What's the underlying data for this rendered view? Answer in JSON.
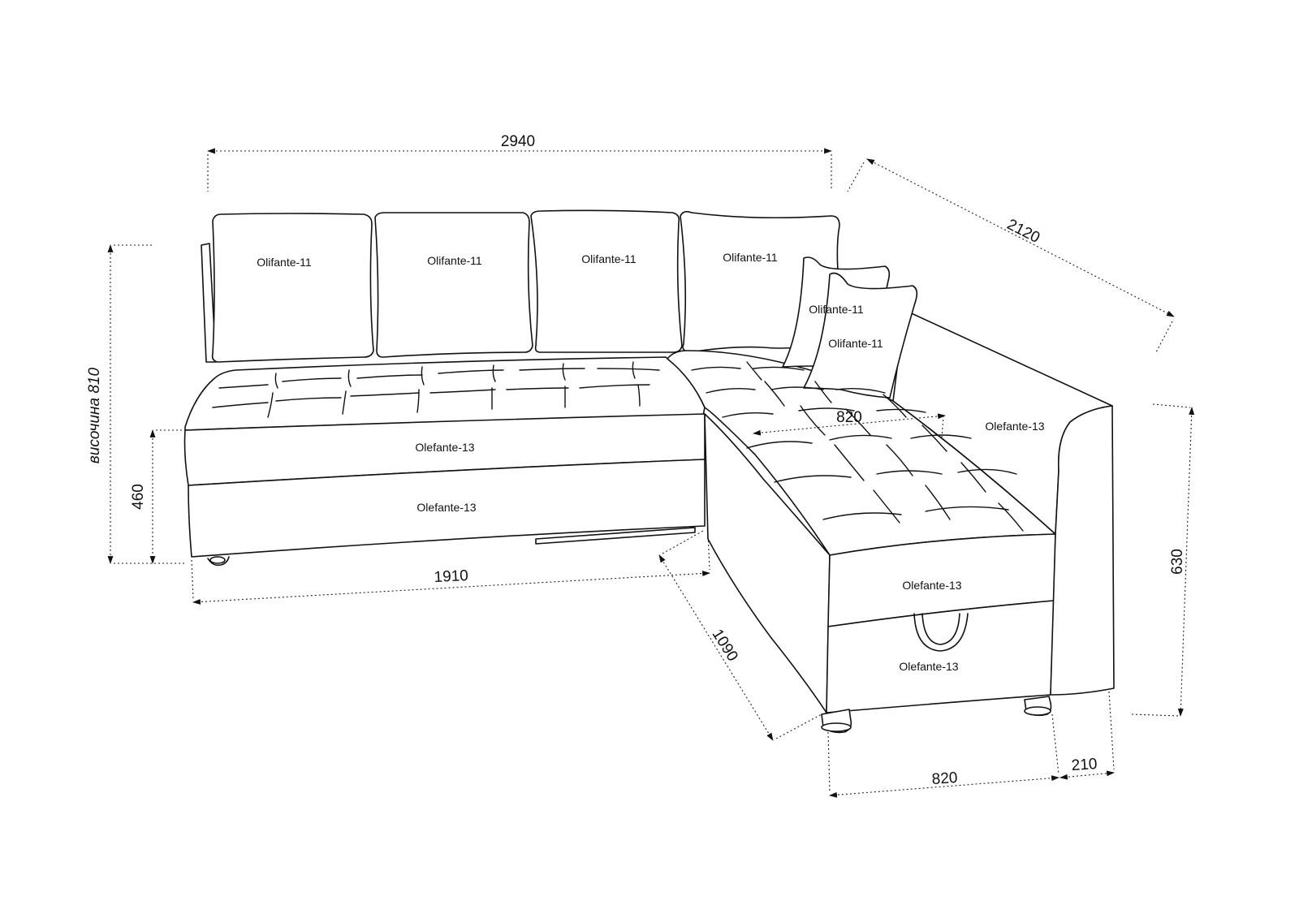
{
  "colors": {
    "line": "#111111",
    "background": "#ffffff"
  },
  "dimensions": {
    "total_width": "2940",
    "corner_depth": "2120",
    "height_text": "височина 810",
    "seat_height": "460",
    "left_section_length": "1910",
    "return_depth": "1090",
    "seat_depth_top": "820",
    "seat_depth_bottom": "820",
    "armrest_width": "210",
    "armrest_height": "630"
  },
  "fabrics": {
    "cushion_1": "Olifante-11",
    "cushion_2": "Olifante-11",
    "cushion_3": "Olifante-11",
    "cushion_4": "Olifante-11",
    "pillow_1": "Olifante-11",
    "pillow_2": "Olifante-11",
    "left_seat_front": "Olefante-13",
    "left_base": "Olefante-13",
    "armrest": "Olefante-13",
    "right_seat_front": "Olefante-13",
    "right_base": "Olefante-13"
  }
}
